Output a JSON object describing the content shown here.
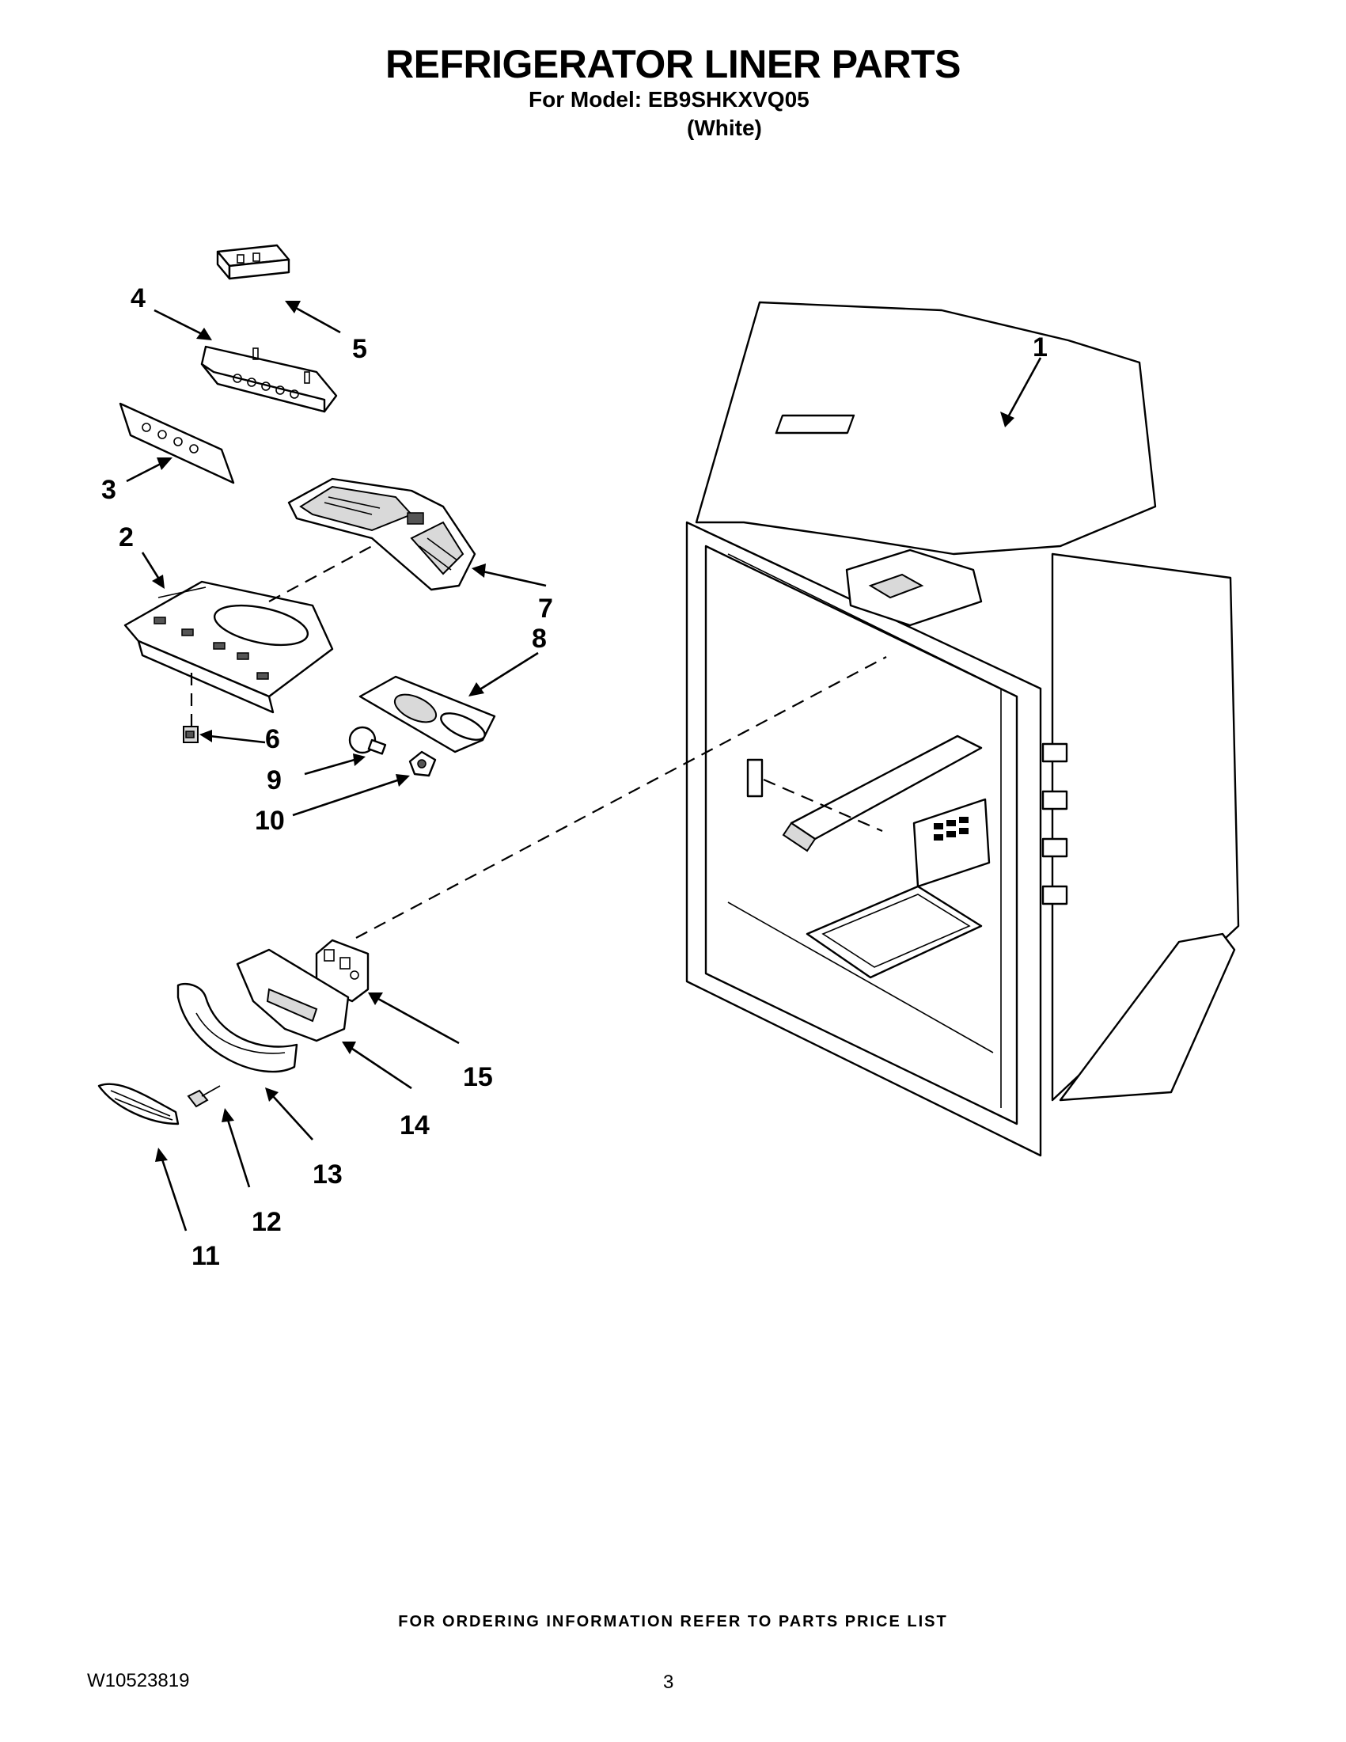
{
  "header": {
    "title": "REFRIGERATOR LINER PARTS",
    "model_line": "For Model: EB9SHKXVQ05",
    "variant": "(White)"
  },
  "callouts": [
    "1",
    "2",
    "3",
    "4",
    "5",
    "6",
    "7",
    "8",
    "9",
    "10",
    "11",
    "12",
    "13",
    "14",
    "15"
  ],
  "footer": {
    "ordering_note": "FOR ORDERING INFORMATION REFER TO PARTS PRICE LIST",
    "document_number": "W10523819",
    "page_number": "3"
  }
}
